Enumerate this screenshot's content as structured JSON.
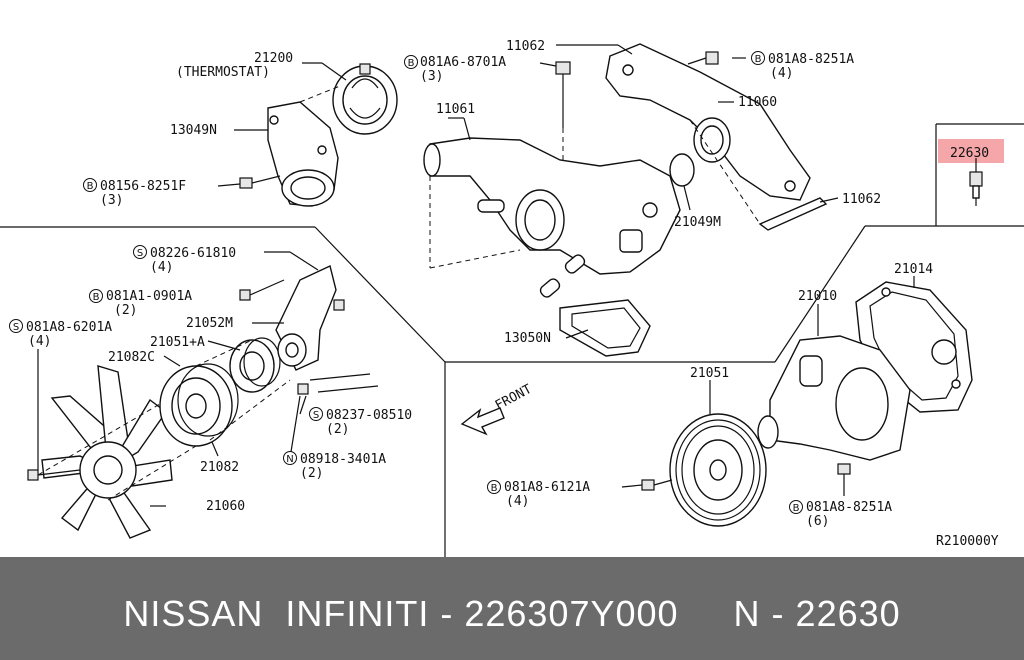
{
  "diagram": {
    "ref_code": "R210000Y",
    "highlight_color": "#f4a6a8",
    "front_label": "FRONT",
    "labels": {
      "p21200": "21200",
      "thermostat": "(THERMOSTAT)",
      "p13049n": "13049N",
      "b08156": "08156-8251F",
      "b08156_qty": "(3)",
      "b081a6": "081A6-8701A",
      "b081a6_qty": "(3)",
      "p11062_top": "11062",
      "b081a8_8251a_top": "081A8-8251A",
      "b081a8_8251a_top_qty": "(4)",
      "p11060": "11060",
      "p11061": "11061",
      "p21049m": "21049M",
      "p11062_bot": "11062",
      "p22630": "22630",
      "s08226": "08226-61810",
      "s08226_qty": "(4)",
      "b081a1": "081A1-0901A",
      "b081a1_qty": "(2)",
      "s081a8": "081A8-6201A",
      "s081a8_qty": "(4)",
      "p21052m": "21052M",
      "p21051a": "21051+A",
      "p21082c": "21082C",
      "p13050n": "13050N",
      "s08237": "08237-08510",
      "s08237_qty": "(2)",
      "n08918": "08918-3401A",
      "n08918_qty": "(2)",
      "p21082": "21082",
      "p21060": "21060",
      "p21014": "21014",
      "p21010": "21010",
      "p21051": "21051",
      "b081a8_6121a": "081A8-6121A",
      "b081a8_6121a_qty": "(4)",
      "b081a8_8251a_bot": "081A8-8251A",
      "b081a8_8251a_bot_qty": "(6)"
    },
    "symbols": {
      "bolt": "B",
      "stud": "S",
      "nut": "N"
    }
  },
  "footer": {
    "caption": "NISSAN  INFINITI - 226307Y000     N - 22630"
  }
}
